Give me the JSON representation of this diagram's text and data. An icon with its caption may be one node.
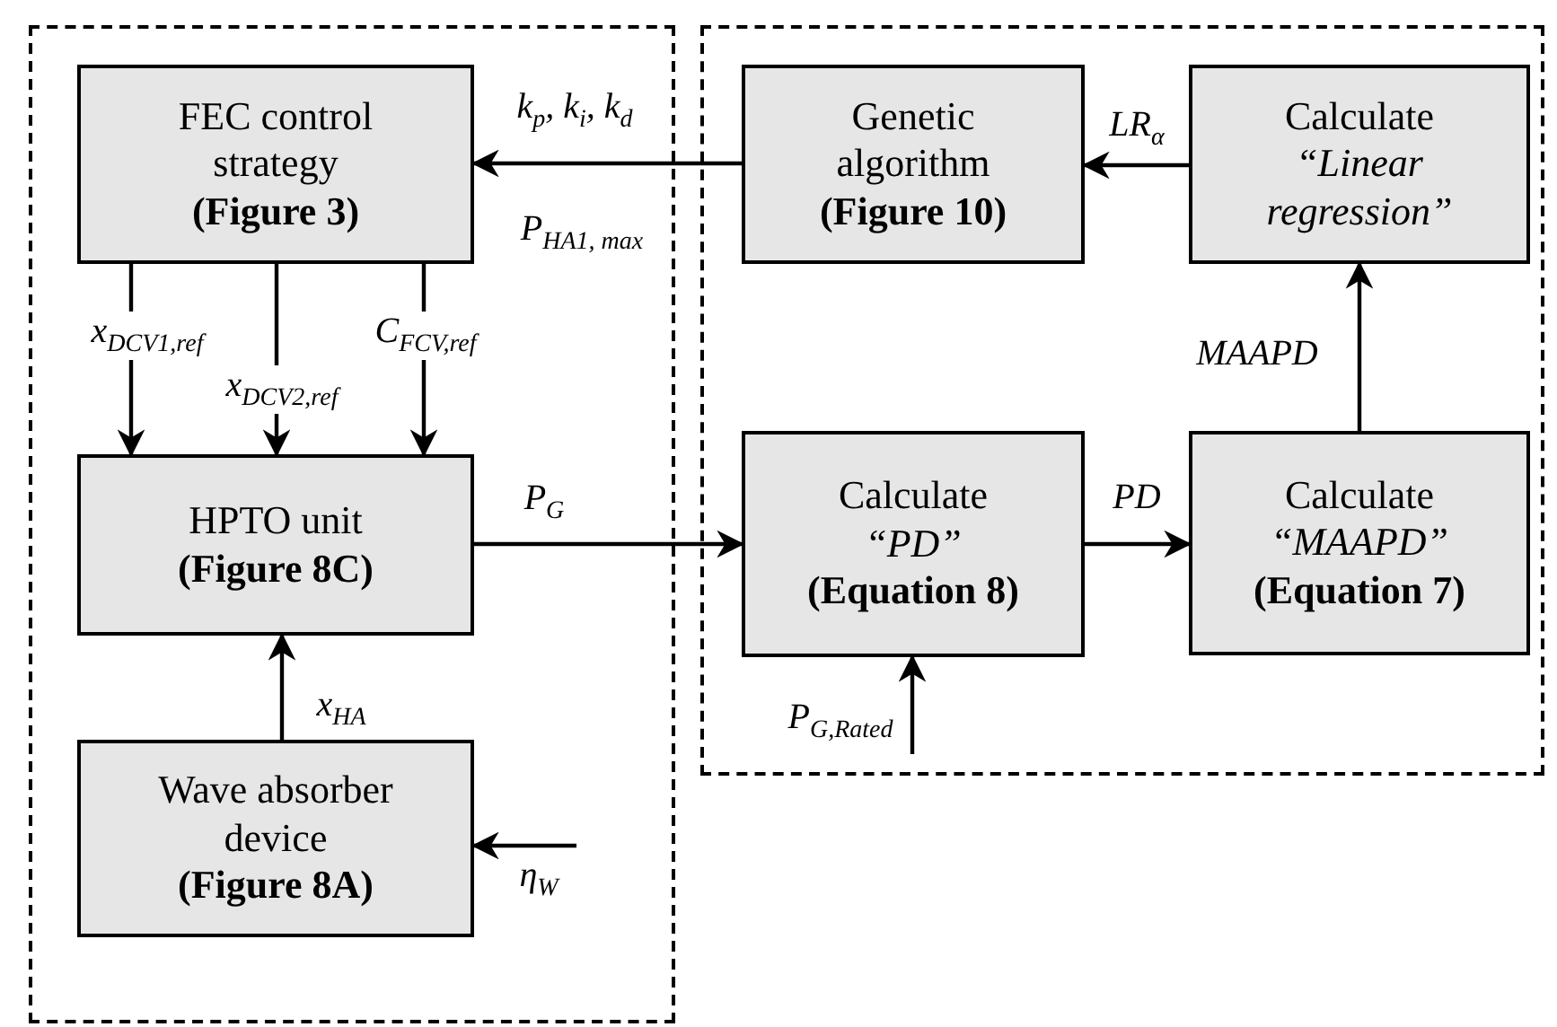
{
  "diagram": {
    "nodes": [
      {
        "text": [],
        "shape": "box"
      },
      {
        "text": [
          "FEC control strategy **(Figure 3)**"
        ],
        "in": 0
      },
      {
        "text": [
          "HPTO unit **(Figure 8C)**"
        ],
        "in": 0
      },
      {
        "text": [
          "Wave absorber device **(Figure 8A)**"
        ],
        "in": 0
      },
      {
        "text": [],
        "shape": "box"
      },
      {
        "text": [
          "Genetic algorithm **(Figure 10)**"
        ],
        "in": 4
      },
      {
        "text": [
          "Calculate *“Linear regression”*"
        ],
        "in": 4
      },
      {
        "text": [
          "Calculate *“PD”* **(Equation 8)**"
        ],
        "in": 4
      },
      {
        "text": [
          "Calculate *“MAAPD”* **(Equation 7)**"
        ],
        "in": 4
      }
    ],
    "edges": [
      {
        "from": 5,
        "to": 1,
        "arrow": "to",
        "label": "k$_{p}$, k$_{i}$, k$_{d}$"
      },
      {
        "from": 1,
        "to": 2,
        "arrow": "to",
        "label": "x$_{DCV1,ref}$"
      },
      {
        "from": 1,
        "to": 2,
        "arrow": "to",
        "label": "x$_{DCV2,ref}$"
      },
      {
        "from": 1,
        "to": 2,
        "arrow": "to",
        "label": "C$_{FCV,ref}$"
      },
      {
        "from": 3,
        "to": 2,
        "arrow": "to",
        "label": "x$_{HA}$"
      },
      {
        "from": null,
        "to": 3,
        "arrow": "to",
        "label": "η$_{W}$"
      },
      {
        "from": 2,
        "to": 7,
        "arrow": "to",
        "label": "P$_{G}$"
      },
      {
        "from": null,
        "to": 7,
        "arrow": "to",
        "label": "P$_{G,Rated}$"
      },
      {
        "from": 7,
        "to": 8,
        "arrow": "to",
        "label": "PD"
      },
      {
        "from": 8,
        "to": 6,
        "arrow": "to",
        "label": "MAAPD"
      },
      {
        "from": 6,
        "to": 5,
        "arrow": "to",
        "label": "LR$_{α}$"
      }
    ],
    "labels": [
      "P$_{HA1, max}$"
    ]
  }
}
